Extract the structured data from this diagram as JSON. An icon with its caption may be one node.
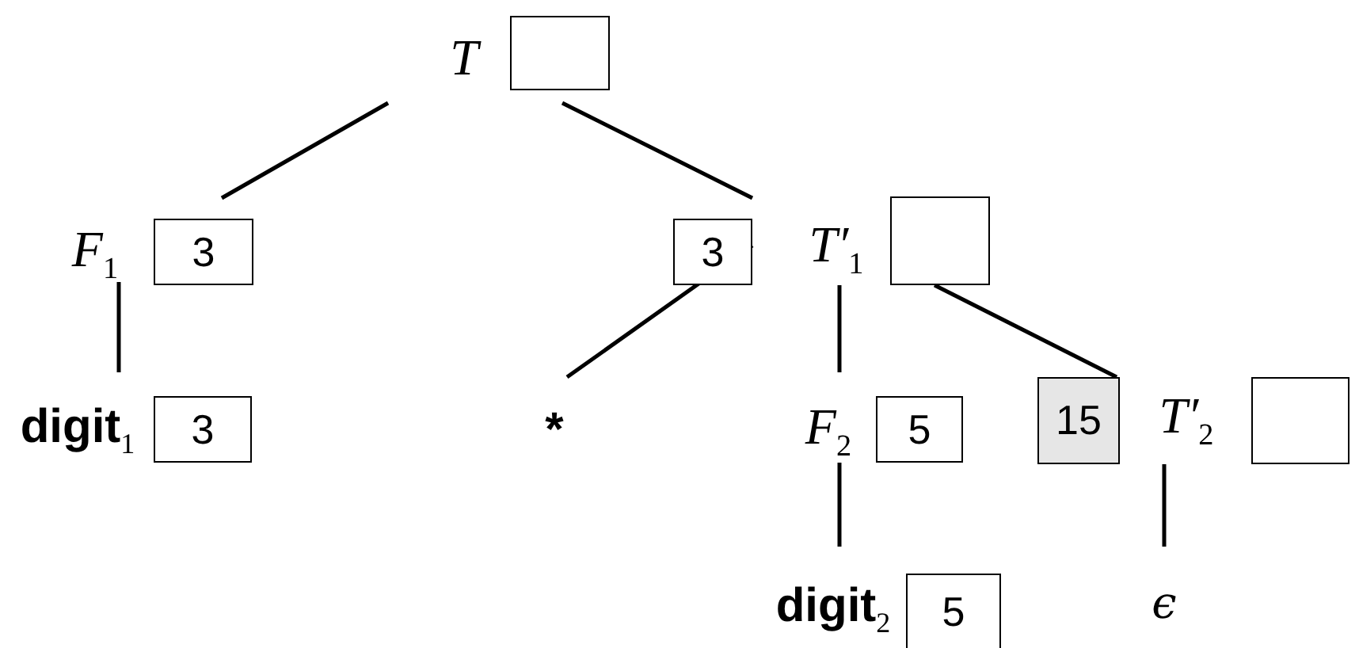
{
  "diagram": {
    "nodes": [
      {
        "text": [
          "T"
        ]
      },
      {
        "text": [],
        "shape": "box"
      },
      {
        "text": [
          "F$_{1}$"
        ]
      },
      {
        "text": [
          "3"
        ]
      },
      {
        "text": [
          "3"
        ]
      },
      {
        "text": [
          "T′$_{1}$"
        ]
      },
      {
        "text": [],
        "shape": "box"
      },
      {
        "text": [
          "**digit**$_{1}$"
        ]
      },
      {
        "text": [
          "3"
        ]
      },
      {
        "text": [
          "*"
        ]
      },
      {
        "text": [
          "F$_{2}$"
        ]
      },
      {
        "text": [
          "5"
        ]
      },
      {
        "text": [
          "15"
        ]
      },
      {
        "text": [
          "T′$_{2}$"
        ]
      },
      {
        "text": [],
        "shape": "box"
      },
      {
        "text": [
          "**digit**$_{2}$"
        ]
      },
      {
        "text": [
          "5"
        ]
      },
      {
        "text": [
          "ϵ"
        ]
      }
    ],
    "edges": [
      {
        "from": 0,
        "to": 3,
        "arrow": "none"
      },
      {
        "from": 1,
        "to": 4,
        "arrow": "none"
      },
      {
        "from": 2,
        "to": 7,
        "arrow": "none"
      },
      {
        "from": 4,
        "to": 9,
        "arrow": "none"
      },
      {
        "from": 5,
        "to": 10,
        "arrow": "none"
      },
      {
        "from": 6,
        "to": 12,
        "arrow": "none"
      },
      {
        "from": 10,
        "to": 15,
        "arrow": "none"
      },
      {
        "from": 13,
        "to": 17,
        "arrow": "none"
      }
    ]
  }
}
